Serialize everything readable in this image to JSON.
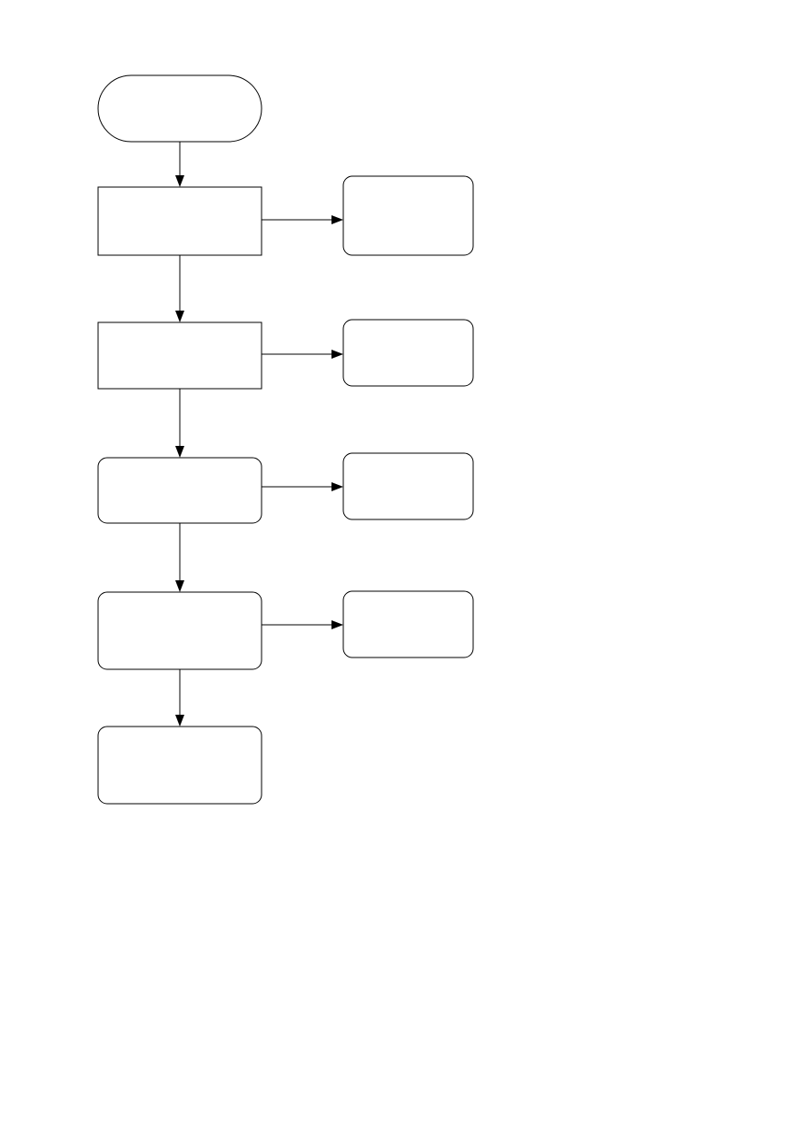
{
  "diagram": {
    "type": "flowchart",
    "colors": {
      "background": "#ffffff",
      "stroke": "#000000"
    },
    "nodes": [
      {
        "id": "start",
        "shape": "terminator",
        "label": ""
      },
      {
        "id": "step-1",
        "shape": "process",
        "label": ""
      },
      {
        "id": "step-2",
        "shape": "process",
        "label": ""
      },
      {
        "id": "step-3",
        "shape": "rounded-process",
        "label": ""
      },
      {
        "id": "step-4",
        "shape": "rounded-process",
        "label": ""
      },
      {
        "id": "step-5",
        "shape": "rounded-process",
        "label": ""
      },
      {
        "id": "side-1",
        "shape": "rounded-process",
        "label": ""
      },
      {
        "id": "side-2",
        "shape": "rounded-process",
        "label": ""
      },
      {
        "id": "side-3",
        "shape": "rounded-process",
        "label": ""
      },
      {
        "id": "side-4",
        "shape": "rounded-process",
        "label": ""
      }
    ],
    "edges": [
      {
        "from": "start",
        "to": "step-1"
      },
      {
        "from": "step-1",
        "to": "step-2"
      },
      {
        "from": "step-2",
        "to": "step-3"
      },
      {
        "from": "step-3",
        "to": "step-4"
      },
      {
        "from": "step-4",
        "to": "step-5"
      },
      {
        "from": "step-1",
        "to": "side-1"
      },
      {
        "from": "step-2",
        "to": "side-2"
      },
      {
        "from": "step-3",
        "to": "side-3"
      },
      {
        "from": "step-4",
        "to": "side-4"
      }
    ]
  }
}
